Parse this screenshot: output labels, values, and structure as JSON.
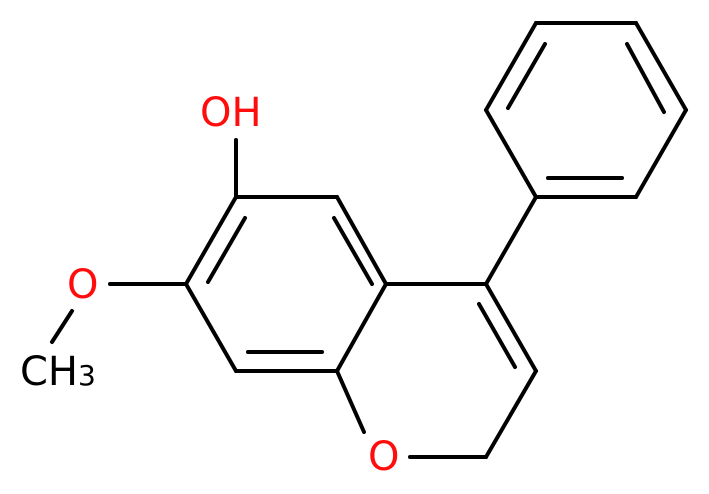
{
  "molecule": {
    "colors": {
      "bond": "#000000",
      "oxygen": "#ff0d0d",
      "carbon_label": "#000000"
    },
    "labels": {
      "hydroxyl": "OH",
      "methoxy_oxygen": "O",
      "ring_oxygen": "O",
      "methyl": "CH",
      "methyl_subscript": "3"
    }
  }
}
